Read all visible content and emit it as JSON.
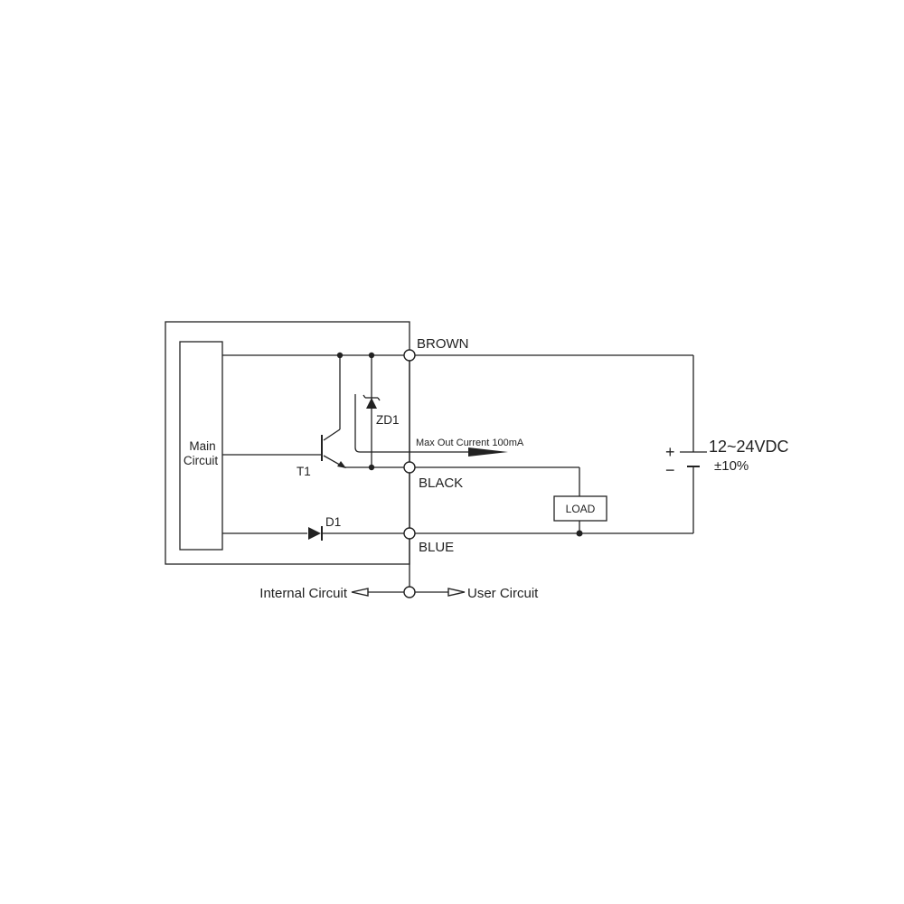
{
  "diagram": {
    "main_circuit_line1": "Main",
    "main_circuit_line2": "Circuit",
    "transistor": "T1",
    "zener": "ZD1",
    "diode": "D1",
    "max_current": "Max Out Current 100mA",
    "load": "LOAD",
    "terminals": {
      "brown": "BROWN",
      "black": "BLACK",
      "blue": "BLUE"
    },
    "supply": {
      "voltage": "12~24VDC",
      "tolerance": "±10%",
      "plus": "+",
      "minus": "−"
    },
    "legend": {
      "internal": "Internal Circuit",
      "user": "User Circuit"
    }
  }
}
